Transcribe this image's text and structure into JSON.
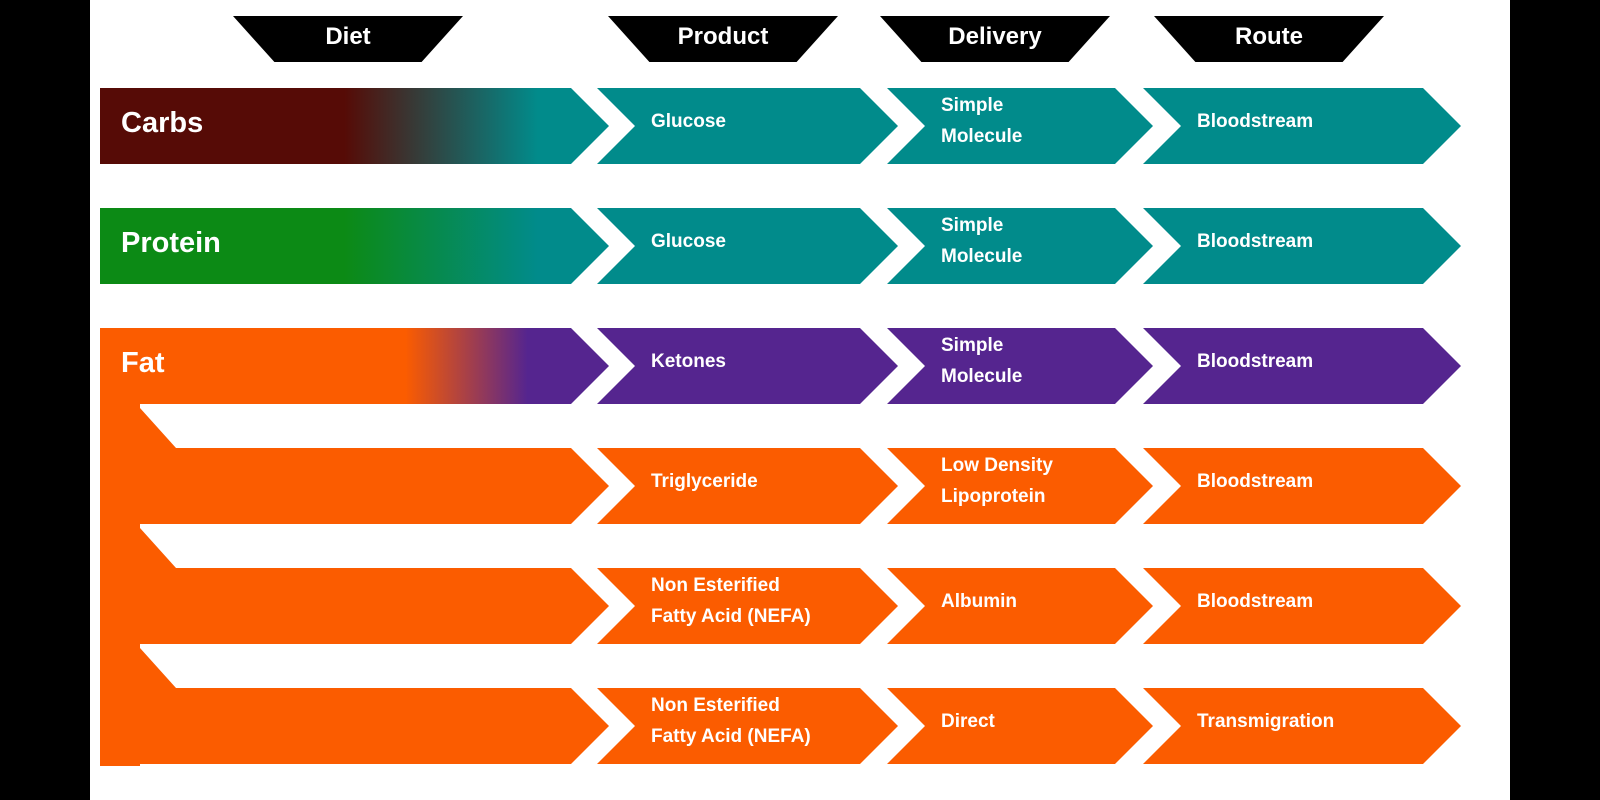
{
  "headers": [
    "Diet",
    "Product",
    "Delivery",
    "Route"
  ],
  "colors": {
    "teal": "#018b8b",
    "purple": "#55258f",
    "orange": "#fb5c00",
    "carbs": "#560b06",
    "protein": "#0c8a15",
    "background": "#ffffff",
    "frame": "#000000",
    "text": "#ffffff"
  },
  "diets": [
    {
      "label": "Carbs",
      "color": "#560b06",
      "flow_color": "#018b8b"
    },
    {
      "label": "Protein",
      "color": "#0c8a15",
      "flow_color": "#018b8b"
    },
    {
      "label": "Fat",
      "color": "#fb5c00",
      "flow_color": "#55258f"
    }
  ],
  "rows": [
    {
      "product": "Glucose",
      "delivery": "Simple\nMolecule",
      "route": "Bloodstream",
      "color": "#018b8b"
    },
    {
      "product": "Glucose",
      "delivery": "Simple\nMolecule",
      "route": "Bloodstream",
      "color": "#018b8b"
    },
    {
      "product": "Ketones",
      "delivery": "Simple\nMolecule",
      "route": "Bloodstream",
      "color": "#55258f"
    },
    {
      "product": "Triglyceride",
      "delivery": "Low Density\nLipoprotein",
      "route": "Bloodstream",
      "color": "#fb5c00"
    },
    {
      "product": "Non Esterified\nFatty Acid (NEFA)",
      "delivery": "Albumin",
      "route": "Bloodstream",
      "color": "#fb5c00"
    },
    {
      "product": "Non Esterified\nFatty Acid (NEFA)",
      "delivery": "Direct",
      "route": "Transmigration",
      "color": "#fb5c00"
    }
  ]
}
